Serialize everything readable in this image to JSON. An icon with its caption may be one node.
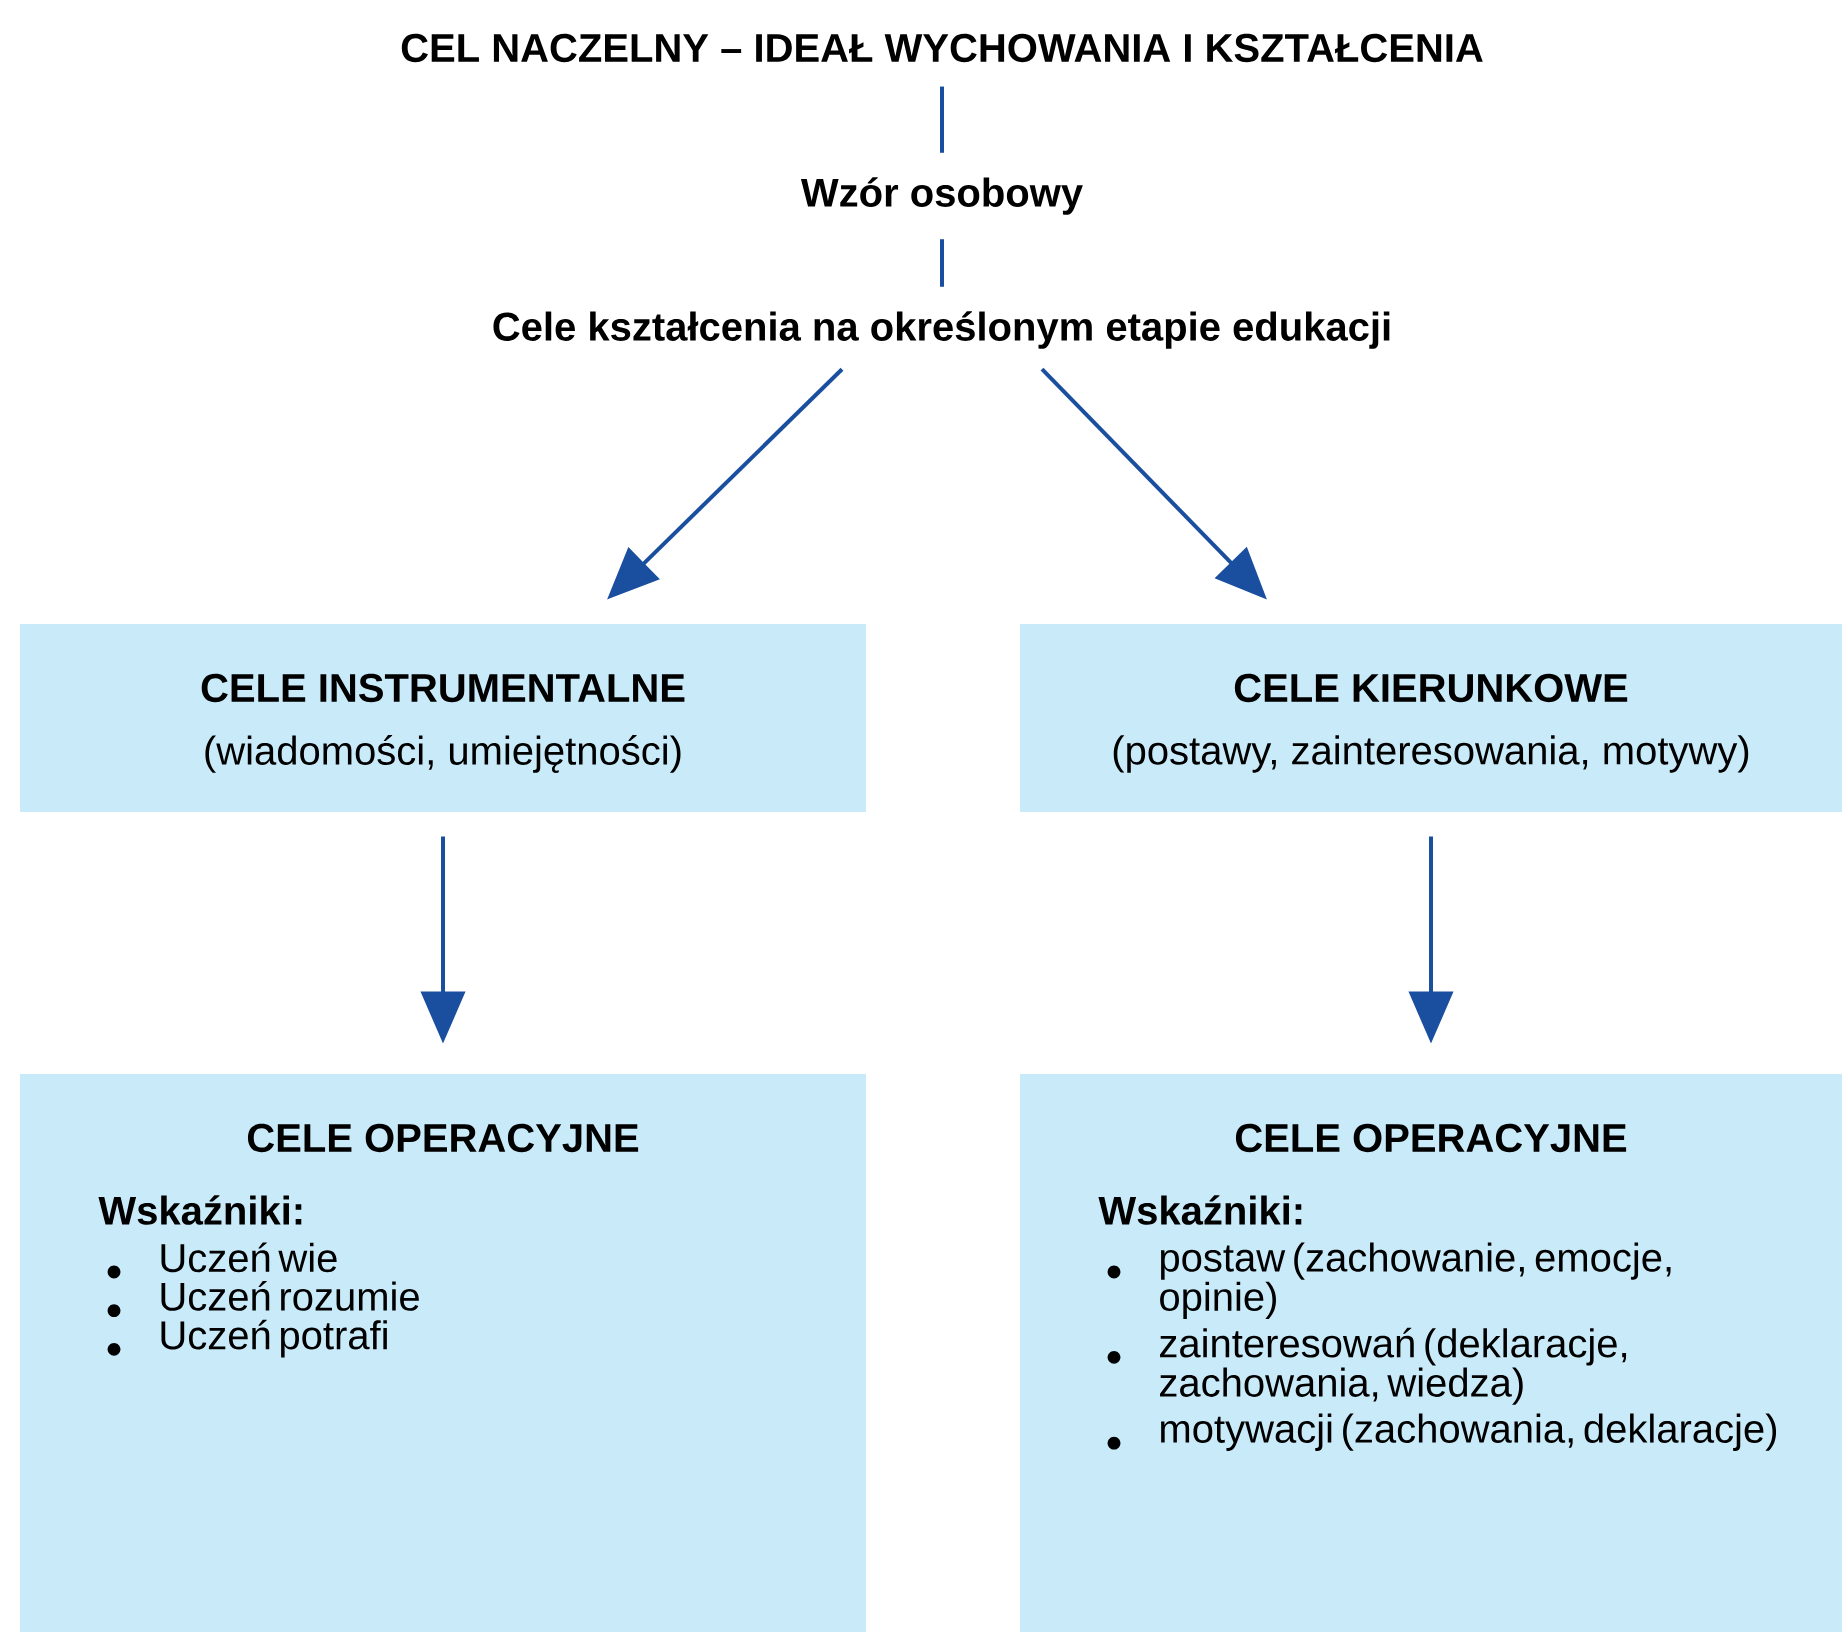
{
  "diagram": {
    "nodes": [
      {
        "text": [
          "CEL NACZELNY – IDEAŁ WYCHOWANIA I KSZTAŁCENIA"
        ]
      },
      {
        "text": [
          "Wzór osobowy"
        ]
      },
      {
        "text": [
          "Cele kształcenia na określonym etapie edukacji"
        ]
      },
      {
        "text": [
          "CELE INSTRUMENTALNE",
          "(wiadomości, umiejętności)"
        ]
      },
      {
        "text": [
          "CELE KIERUNKOWE",
          "(postawy, zainteresowania, motywy)"
        ]
      },
      {
        "text": [
          "CELE OPERACYJNE",
          "Wskaźniki:",
          "Uczeń wie",
          "Uczeń rozumie",
          "Uczeń potrafi"
        ]
      },
      {
        "text": [
          "CELE OPERACYJNE",
          "Wskaźniki:",
          "postaw (zachowanie, emocje, opinie)",
          "zainteresowań (deklaracje, zachowania, wiedza)",
          "motywacji (zachowania, deklaracje)"
        ]
      }
    ],
    "edges": [
      {
        "from": 0,
        "to": 1,
        "arrow": "none"
      },
      {
        "from": 1,
        "to": 2,
        "arrow": "none"
      },
      {
        "from": 2,
        "to": 3,
        "arrow": "to"
      },
      {
        "from": 2,
        "to": 4,
        "arrow": "to"
      },
      {
        "from": 3,
        "to": 5,
        "arrow": "to"
      },
      {
        "from": 4,
        "to": 6,
        "arrow": "to"
      }
    ]
  }
}
